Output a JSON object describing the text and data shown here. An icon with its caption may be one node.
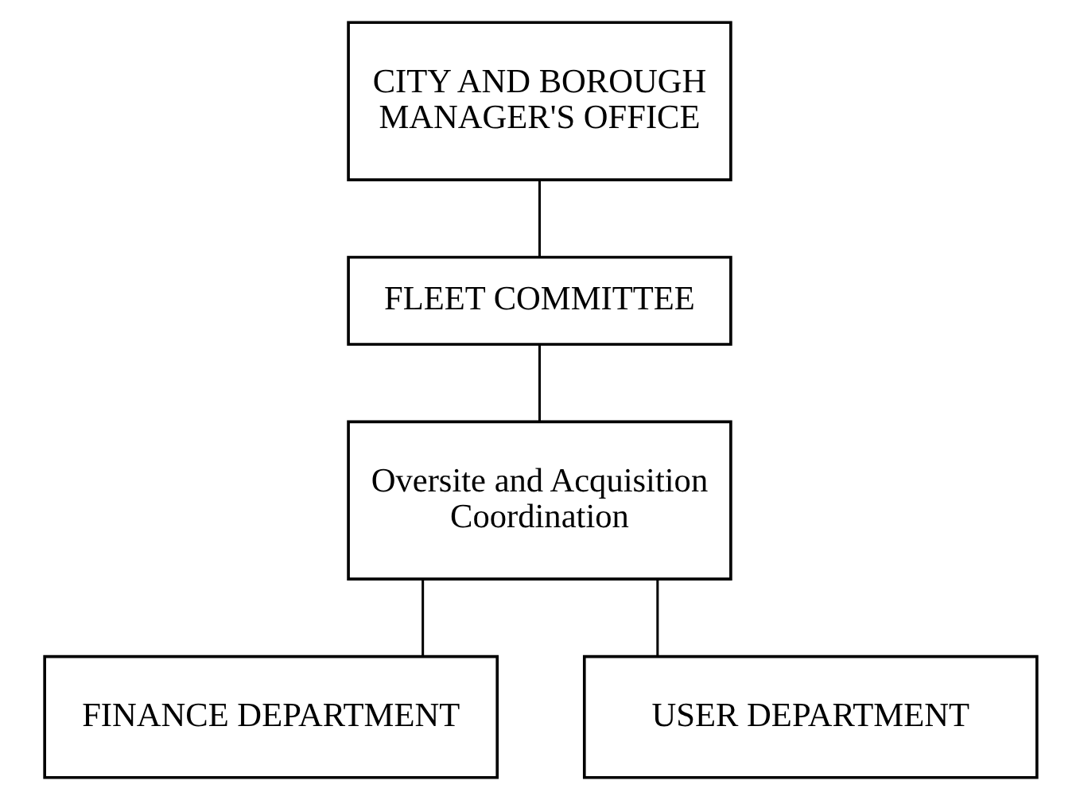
{
  "diagram": {
    "nodes": [
      {
        "text": [
          "CITY AND BOROUGH MANAGER'S OFFICE"
        ]
      },
      {
        "text": [
          "FLEET COMMITTEE"
        ]
      },
      {
        "text": [
          "Oversite and Acquisition Coordination"
        ]
      },
      {
        "text": [
          "FINANCE DEPARTMENT"
        ]
      },
      {
        "text": [
          "USER DEPARTMENT"
        ]
      }
    ],
    "edges": [
      {
        "from": 0,
        "to": 1,
        "arrow": "none"
      },
      {
        "from": 1,
        "to": 2,
        "arrow": "none"
      },
      {
        "from": 2,
        "to": 3,
        "arrow": "none"
      },
      {
        "from": 2,
        "to": 4,
        "arrow": "none"
      }
    ]
  }
}
